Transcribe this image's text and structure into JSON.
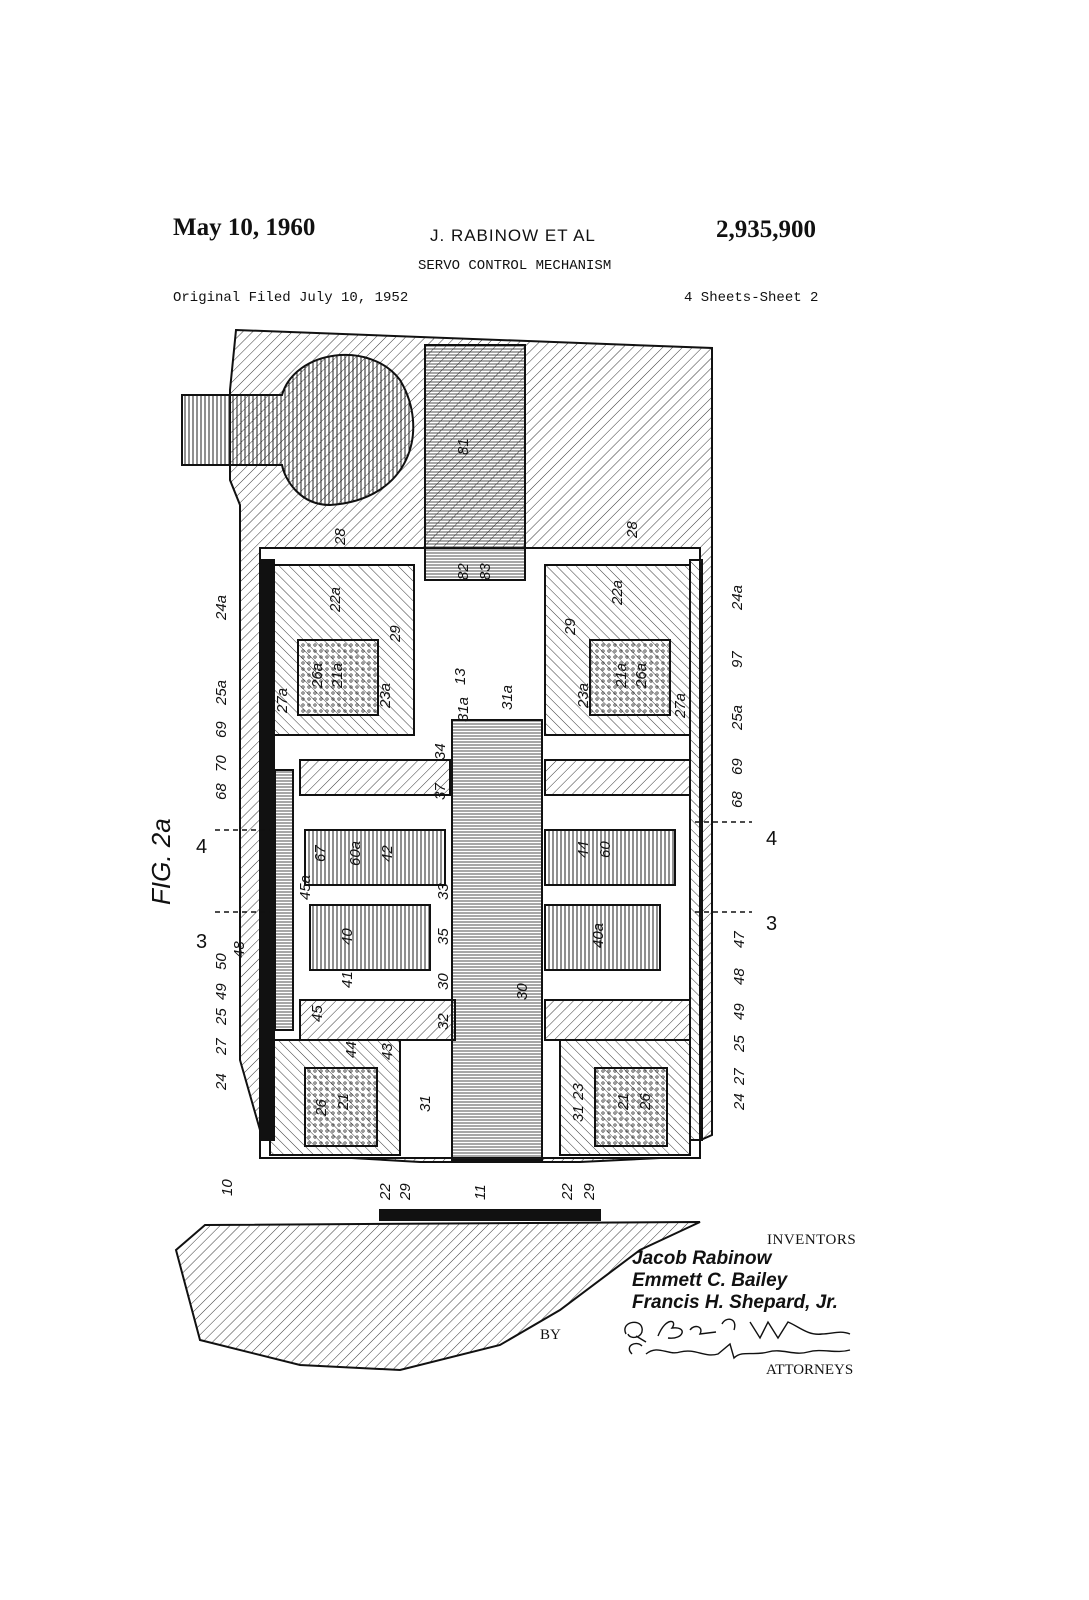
{
  "header": {
    "date": "May 10, 1960",
    "inventor": "J. RABINOW ET AL",
    "patent_number": "2,935,900",
    "title": "SERVO CONTROL MECHANISM",
    "filed": "Original Filed July 10, 1952",
    "sheets": "4 Sheets-Sheet 2"
  },
  "figure": {
    "label": "FIG. 2a",
    "section_marks": [
      "4",
      "4",
      "3",
      "3"
    ],
    "reference_numerals": [
      "81",
      "28",
      "28",
      "82",
      "83",
      "22a",
      "22a",
      "24a",
      "24a",
      "97",
      "29",
      "29",
      "13",
      "31a",
      "31a",
      "26a",
      "21a",
      "21a",
      "26a",
      "23a",
      "23a",
      "25a",
      "25a",
      "27a",
      "27a",
      "69",
      "69",
      "70",
      "68",
      "68",
      "34",
      "37",
      "67",
      "60a",
      "42",
      "44",
      "60",
      "45a",
      "33",
      "40",
      "35",
      "40a",
      "47",
      "48",
      "48",
      "50",
      "41",
      "30",
      "30",
      "49",
      "49",
      "25",
      "25",
      "45",
      "32",
      "27",
      "27",
      "44",
      "43",
      "24",
      "24",
      "26",
      "21",
      "31",
      "23",
      "31",
      "21",
      "26",
      "22",
      "29",
      "11",
      "22",
      "29",
      "10"
    ]
  },
  "signature_block": {
    "inventors_heading": "INVENTORS",
    "inventors": [
      "Jacob Rabinow",
      "Emmett C. Bailey",
      "Francis H. Shepard, Jr."
    ],
    "by_label": "BY",
    "attorney_signatures": [
      "Q. Baxter Warner",
      "Claude Funkhouser"
    ],
    "attorneys_label": "ATTORNEYS"
  }
}
